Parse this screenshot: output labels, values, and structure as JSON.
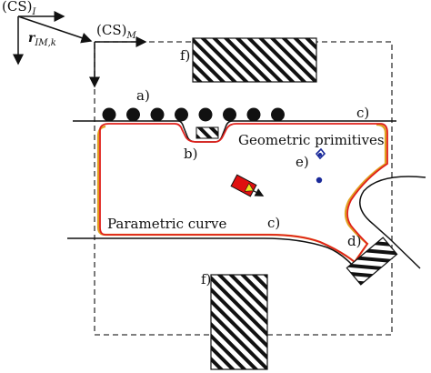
{
  "frames": {
    "inertial": {
      "cs": "(CS)",
      "sub": "I"
    },
    "map": {
      "cs": "(CS)",
      "sub": "M"
    },
    "offset": {
      "vec": "r",
      "sub": "IM,k"
    }
  },
  "labels": {
    "a": "a)",
    "b": "b)",
    "c_top": "c)",
    "c_bottom": "c)",
    "d": "d)",
    "e": "e)",
    "f_top": "f)",
    "f_bottom": "f)"
  },
  "annotations": {
    "geometric_primitives": "Geometric primitives",
    "parametric_curve": "Parametric curve"
  },
  "colors": {
    "boundary_curve": "#e0201b",
    "primitives_outline": "#e0a020",
    "vehicle_body": "#e01010",
    "vehicle_marker": "#f0e020",
    "point_markers": "#1a2a9a",
    "lines": "#111111"
  },
  "counts": {
    "circle_obstacles": 8
  }
}
